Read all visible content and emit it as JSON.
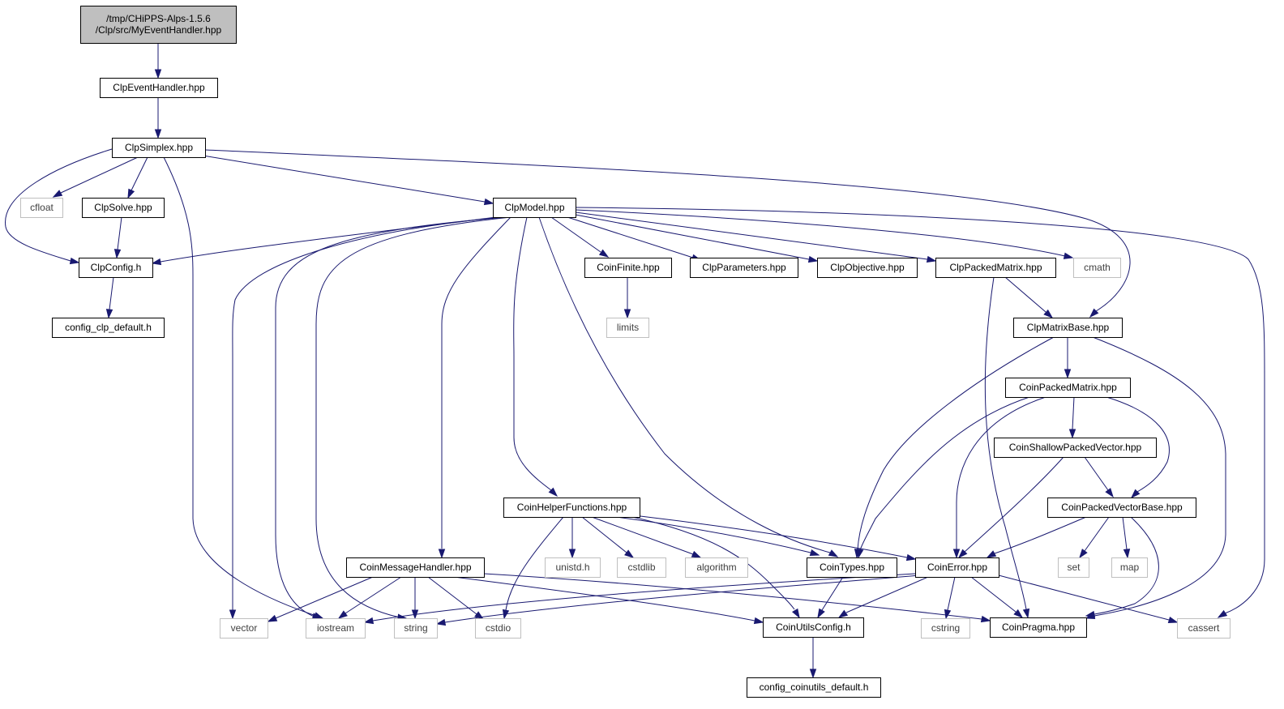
{
  "graph": {
    "colors": {
      "edge": "#191970",
      "root_fill": "#bfbfbf",
      "node_border": "#000000",
      "external_border": "#bfbfbf",
      "external_text": "#404040",
      "text": "#000000"
    },
    "nodes": [
      {
        "id": "root",
        "lines": [
          "/tmp/CHiPPS-Alps-1.5.6",
          "/Clp/src/MyEventHandler.hpp"
        ],
        "kind": "root"
      },
      {
        "id": "ClpEventHandler",
        "lines": [
          "ClpEventHandler.hpp"
        ],
        "kind": "file"
      },
      {
        "id": "ClpSimplex",
        "lines": [
          "ClpSimplex.hpp"
        ],
        "kind": "file"
      },
      {
        "id": "cfloat",
        "lines": [
          "cfloat"
        ],
        "kind": "external"
      },
      {
        "id": "ClpSolve",
        "lines": [
          "ClpSolve.hpp"
        ],
        "kind": "file"
      },
      {
        "id": "ClpModel",
        "lines": [
          "ClpModel.hpp"
        ],
        "kind": "file"
      },
      {
        "id": "ClpConfig",
        "lines": [
          "ClpConfig.h"
        ],
        "kind": "file"
      },
      {
        "id": "config_clp_default",
        "lines": [
          "config_clp_default.h"
        ],
        "kind": "file"
      },
      {
        "id": "CoinFinite",
        "lines": [
          "CoinFinite.hpp"
        ],
        "kind": "file"
      },
      {
        "id": "ClpParameters",
        "lines": [
          "ClpParameters.hpp"
        ],
        "kind": "file"
      },
      {
        "id": "ClpObjective",
        "lines": [
          "ClpObjective.hpp"
        ],
        "kind": "file"
      },
      {
        "id": "ClpPackedMatrix",
        "lines": [
          "ClpPackedMatrix.hpp"
        ],
        "kind": "file"
      },
      {
        "id": "cmath",
        "lines": [
          "cmath"
        ],
        "kind": "external"
      },
      {
        "id": "limits",
        "lines": [
          "limits"
        ],
        "kind": "external"
      },
      {
        "id": "ClpMatrixBase",
        "lines": [
          "ClpMatrixBase.hpp"
        ],
        "kind": "file"
      },
      {
        "id": "CoinPackedMatrix",
        "lines": [
          "CoinPackedMatrix.hpp"
        ],
        "kind": "file"
      },
      {
        "id": "CoinShallowPackedVector",
        "lines": [
          "CoinShallowPackedVector.hpp"
        ],
        "kind": "file"
      },
      {
        "id": "CoinPackedVectorBase",
        "lines": [
          "CoinPackedVectorBase.hpp"
        ],
        "kind": "file"
      },
      {
        "id": "CoinHelperFunctions",
        "lines": [
          "CoinHelperFunctions.hpp"
        ],
        "kind": "file"
      },
      {
        "id": "unistd",
        "lines": [
          "unistd.h"
        ],
        "kind": "external"
      },
      {
        "id": "cstdlib",
        "lines": [
          "cstdlib"
        ],
        "kind": "external"
      },
      {
        "id": "algorithm",
        "lines": [
          "algorithm"
        ],
        "kind": "external"
      },
      {
        "id": "CoinTypes",
        "lines": [
          "CoinTypes.hpp"
        ],
        "kind": "file"
      },
      {
        "id": "CoinError",
        "lines": [
          "CoinError.hpp"
        ],
        "kind": "file"
      },
      {
        "id": "set",
        "lines": [
          "set"
        ],
        "kind": "external"
      },
      {
        "id": "map",
        "lines": [
          "map"
        ],
        "kind": "external"
      },
      {
        "id": "CoinMessageHandler",
        "lines": [
          "CoinMessageHandler.hpp"
        ],
        "kind": "file"
      },
      {
        "id": "vector",
        "lines": [
          "vector"
        ],
        "kind": "external"
      },
      {
        "id": "iostream",
        "lines": [
          "iostream"
        ],
        "kind": "external"
      },
      {
        "id": "string",
        "lines": [
          "string"
        ],
        "kind": "external"
      },
      {
        "id": "cstdio",
        "lines": [
          "cstdio"
        ],
        "kind": "external"
      },
      {
        "id": "CoinUtilsConfig",
        "lines": [
          "CoinUtilsConfig.h"
        ],
        "kind": "file"
      },
      {
        "id": "cstring",
        "lines": [
          "cstring"
        ],
        "kind": "external"
      },
      {
        "id": "CoinPragma",
        "lines": [
          "CoinPragma.hpp"
        ],
        "kind": "file"
      },
      {
        "id": "cassert",
        "lines": [
          "cassert"
        ],
        "kind": "external"
      },
      {
        "id": "config_coinutils_default",
        "lines": [
          "config_coinutils_default.h"
        ],
        "kind": "file"
      }
    ],
    "edges": [
      {
        "from": "root",
        "to": "ClpEventHandler"
      },
      {
        "from": "ClpEventHandler",
        "to": "ClpSimplex"
      },
      {
        "from": "ClpSimplex",
        "to": "ClpConfig"
      },
      {
        "from": "ClpSimplex",
        "to": "cfloat"
      },
      {
        "from": "ClpSimplex",
        "to": "ClpSolve"
      },
      {
        "from": "ClpSimplex",
        "to": "iostream"
      },
      {
        "from": "ClpSimplex",
        "to": "ClpModel"
      },
      {
        "from": "ClpSimplex",
        "to": "ClpMatrixBase"
      },
      {
        "from": "ClpSolve",
        "to": "ClpConfig"
      },
      {
        "from": "ClpConfig",
        "to": "config_clp_default"
      },
      {
        "from": "ClpModel",
        "to": "ClpConfig"
      },
      {
        "from": "ClpModel",
        "to": "vector"
      },
      {
        "from": "ClpModel",
        "to": "iostream"
      },
      {
        "from": "ClpModel",
        "to": "string"
      },
      {
        "from": "ClpModel",
        "to": "CoinMessageHandler"
      },
      {
        "from": "ClpModel",
        "to": "CoinHelperFunctions"
      },
      {
        "from": "ClpModel",
        "to": "CoinTypes"
      },
      {
        "from": "ClpModel",
        "to": "CoinFinite"
      },
      {
        "from": "ClpModel",
        "to": "ClpParameters"
      },
      {
        "from": "ClpModel",
        "to": "ClpObjective"
      },
      {
        "from": "ClpModel",
        "to": "ClpPackedMatrix"
      },
      {
        "from": "ClpModel",
        "to": "cmath"
      },
      {
        "from": "ClpModel",
        "to": "cassert"
      },
      {
        "from": "CoinFinite",
        "to": "limits"
      },
      {
        "from": "ClpPackedMatrix",
        "to": "ClpMatrixBase"
      },
      {
        "from": "ClpPackedMatrix",
        "to": "CoinPragma"
      },
      {
        "from": "ClpMatrixBase",
        "to": "CoinPackedMatrix"
      },
      {
        "from": "ClpMatrixBase",
        "to": "CoinTypes"
      },
      {
        "from": "ClpMatrixBase",
        "to": "CoinPragma"
      },
      {
        "from": "CoinPackedMatrix",
        "to": "CoinShallowPackedVector"
      },
      {
        "from": "CoinPackedMatrix",
        "to": "CoinPackedVectorBase"
      },
      {
        "from": "CoinPackedMatrix",
        "to": "CoinError"
      },
      {
        "from": "CoinPackedMatrix",
        "to": "CoinTypes"
      },
      {
        "from": "CoinShallowPackedVector",
        "to": "CoinPackedVectorBase"
      },
      {
        "from": "CoinShallowPackedVector",
        "to": "CoinError"
      },
      {
        "from": "CoinPackedVectorBase",
        "to": "CoinError"
      },
      {
        "from": "CoinPackedVectorBase",
        "to": "set"
      },
      {
        "from": "CoinPackedVectorBase",
        "to": "map"
      },
      {
        "from": "CoinPackedVectorBase",
        "to": "CoinPragma"
      },
      {
        "from": "CoinHelperFunctions",
        "to": "unistd"
      },
      {
        "from": "CoinHelperFunctions",
        "to": "cstdlib"
      },
      {
        "from": "CoinHelperFunctions",
        "to": "algorithm"
      },
      {
        "from": "CoinHelperFunctions",
        "to": "CoinTypes"
      },
      {
        "from": "CoinHelperFunctions",
        "to": "CoinError"
      },
      {
        "from": "CoinHelperFunctions",
        "to": "cstdio"
      },
      {
        "from": "CoinHelperFunctions",
        "to": "CoinUtilsConfig"
      },
      {
        "from": "CoinTypes",
        "to": "CoinUtilsConfig"
      },
      {
        "from": "CoinError",
        "to": "iostream"
      },
      {
        "from": "CoinError",
        "to": "string"
      },
      {
        "from": "CoinError",
        "to": "CoinUtilsConfig"
      },
      {
        "from": "CoinError",
        "to": "cstring"
      },
      {
        "from": "CoinError",
        "to": "CoinPragma"
      },
      {
        "from": "CoinError",
        "to": "cassert"
      },
      {
        "from": "CoinMessageHandler",
        "to": "vector"
      },
      {
        "from": "CoinMessageHandler",
        "to": "iostream"
      },
      {
        "from": "CoinMessageHandler",
        "to": "string"
      },
      {
        "from": "CoinMessageHandler",
        "to": "cstdio"
      },
      {
        "from": "CoinMessageHandler",
        "to": "CoinUtilsConfig"
      },
      {
        "from": "CoinMessageHandler",
        "to": "CoinPragma"
      },
      {
        "from": "CoinUtilsConfig",
        "to": "config_coinutils_default"
      }
    ]
  }
}
